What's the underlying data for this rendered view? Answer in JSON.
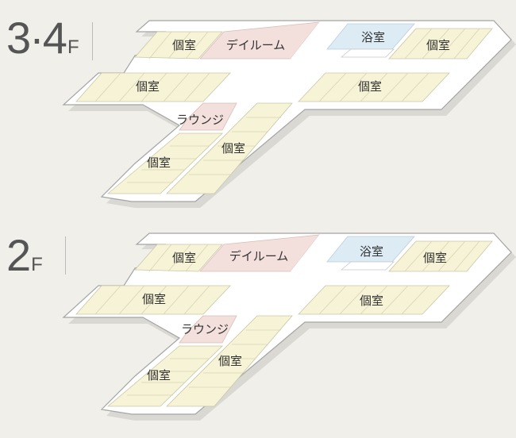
{
  "floors": [
    {
      "label": "3·4F",
      "label_number": "3·4",
      "label_unit": "F",
      "rooms": {
        "private_top_left": "個室",
        "day_room": "デイルーム",
        "bath": "浴室",
        "private_top_right": "個室",
        "private_mid_left": "個室",
        "private_mid_right": "個室",
        "lounge": "ラウンジ",
        "private_lower_left": "個室",
        "private_lower_right": "個室"
      }
    },
    {
      "label": "2F",
      "label_number": "2",
      "label_unit": "F",
      "rooms": {
        "private_top_left": "個室",
        "day_room": "デイルーム",
        "bath": "浴室",
        "private_top_right": "個室",
        "private_mid_left": "個室",
        "private_mid_right": "個室",
        "lounge": "ラウンジ",
        "private_lower_left": "個室",
        "private_lower_right": "個室"
      }
    }
  ],
  "colors": {
    "background": "#f0efe9",
    "private_room": "#f7f3d6",
    "day_room": "#f3e0dc",
    "bath": "#dcebf4",
    "corridor": "#ffffff",
    "outline": "#9a9a9a",
    "shadow": "#d8d7d1"
  }
}
